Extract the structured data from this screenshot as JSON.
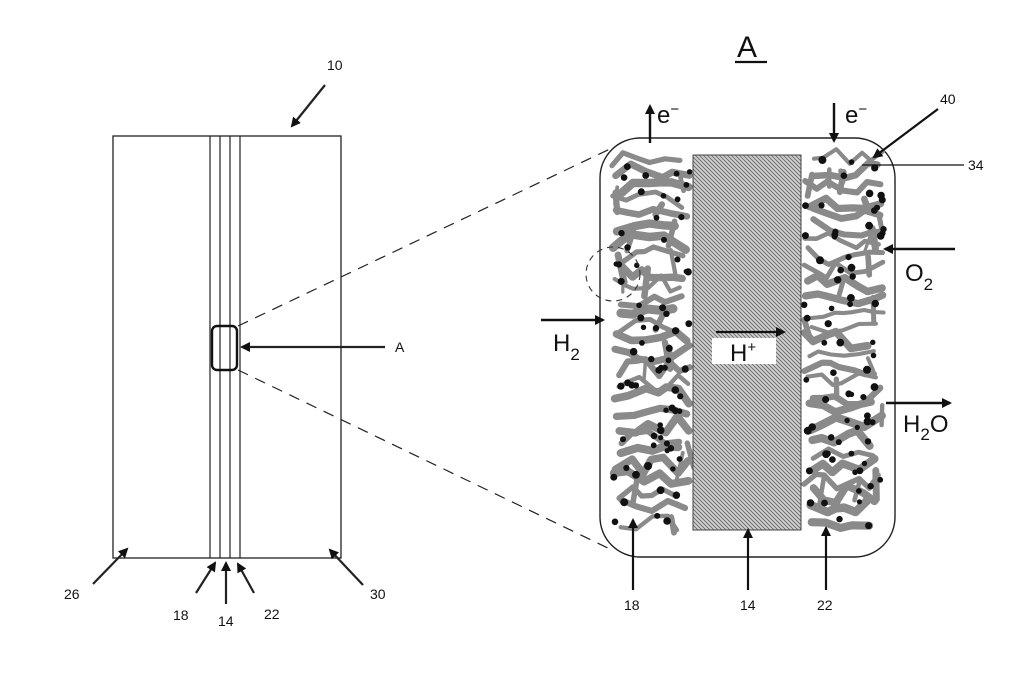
{
  "left_view": {
    "ref_assembly": "10",
    "ref_anode_layer": "18",
    "ref_membrane": "14",
    "ref_cathode_layer": "22",
    "ref_anode_side": "26",
    "ref_cathode_side": "30",
    "detail_callout": "A"
  },
  "detail_view": {
    "title": "A",
    "electron_out": "e",
    "electron_out_sup": "−",
    "electron_in": "e",
    "electron_in_sup": "−",
    "ref_catalyst": "40",
    "ref_support": "34",
    "hydrogen_main": "H",
    "hydrogen_sub": "2",
    "oxygen_main": "O",
    "oxygen_sub": "2",
    "proton_main": "H",
    "proton_sup": "+",
    "water_main": "H",
    "water_sub": "2",
    "water_tail": "O",
    "ref_anode_layer": "18",
    "ref_membrane": "14",
    "ref_cathode_layer": "22"
  }
}
